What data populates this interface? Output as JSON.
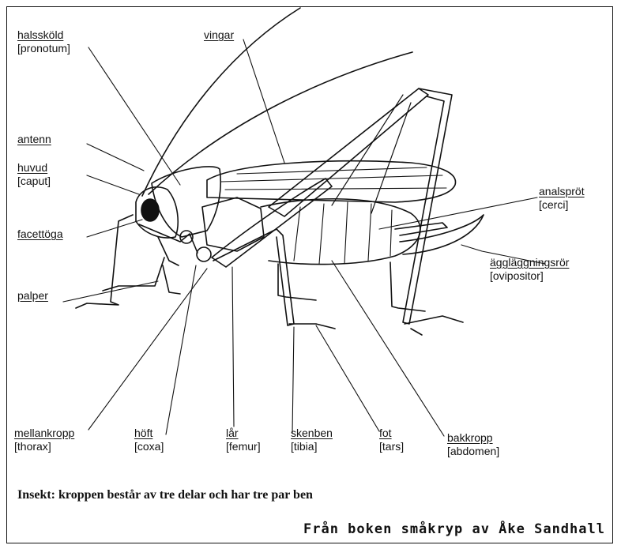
{
  "labels": {
    "halsskold": {
      "name": "halssköld",
      "latin": "pronotum"
    },
    "vingar": {
      "name": "vingar"
    },
    "antenn": {
      "name": "antenn"
    },
    "huvud": {
      "name": "huvud",
      "latin": "caput"
    },
    "facettoga": {
      "name": "facettöga"
    },
    "palper": {
      "name": "palper"
    },
    "analsprot": {
      "name": "analspröt",
      "latin": "cerci"
    },
    "aggloggningsror": {
      "name": "äggläggningsrör",
      "latin": "ovipositor"
    },
    "mellankropp": {
      "name": "mellankropp",
      "latin": "thorax"
    },
    "hoft": {
      "name": "höft",
      "latin": "coxa"
    },
    "lar": {
      "name": "lår",
      "latin": "femur"
    },
    "skenben": {
      "name": "skenben",
      "latin": "tibia"
    },
    "fot": {
      "name": "fot",
      "latin": "tars"
    },
    "bakkropp": {
      "name": "bakkropp",
      "latin": "abdomen"
    }
  },
  "caption": "Insekt: kroppen består av tre delar och har tre par ben",
  "source": "Från boken småkryp av Åke Sandhall"
}
